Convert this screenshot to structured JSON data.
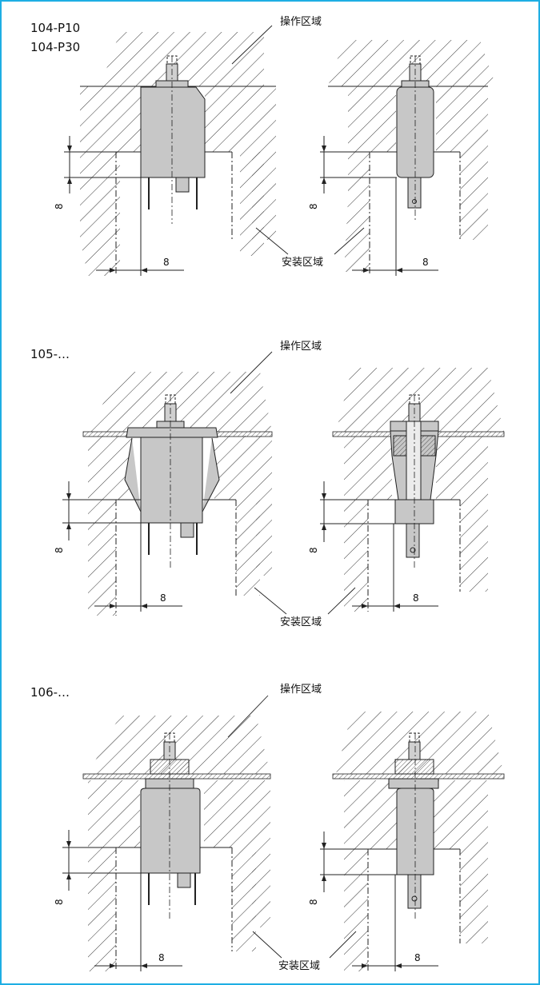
{
  "diagram": {
    "operating_zone_label": "操作区域",
    "mounting_zone_label": "安装区域",
    "dimension_value": "8",
    "sections": [
      {
        "id": "104",
        "title_lines": [
          "104-P10",
          "104-P30"
        ]
      },
      {
        "id": "105",
        "title_lines": [
          "105-…"
        ]
      },
      {
        "id": "106",
        "title_lines": [
          "106-…"
        ]
      }
    ]
  },
  "colors": {
    "frame_border": "#1eaee3",
    "body_fill": "#c7c7c7",
    "line": "#222222"
  }
}
